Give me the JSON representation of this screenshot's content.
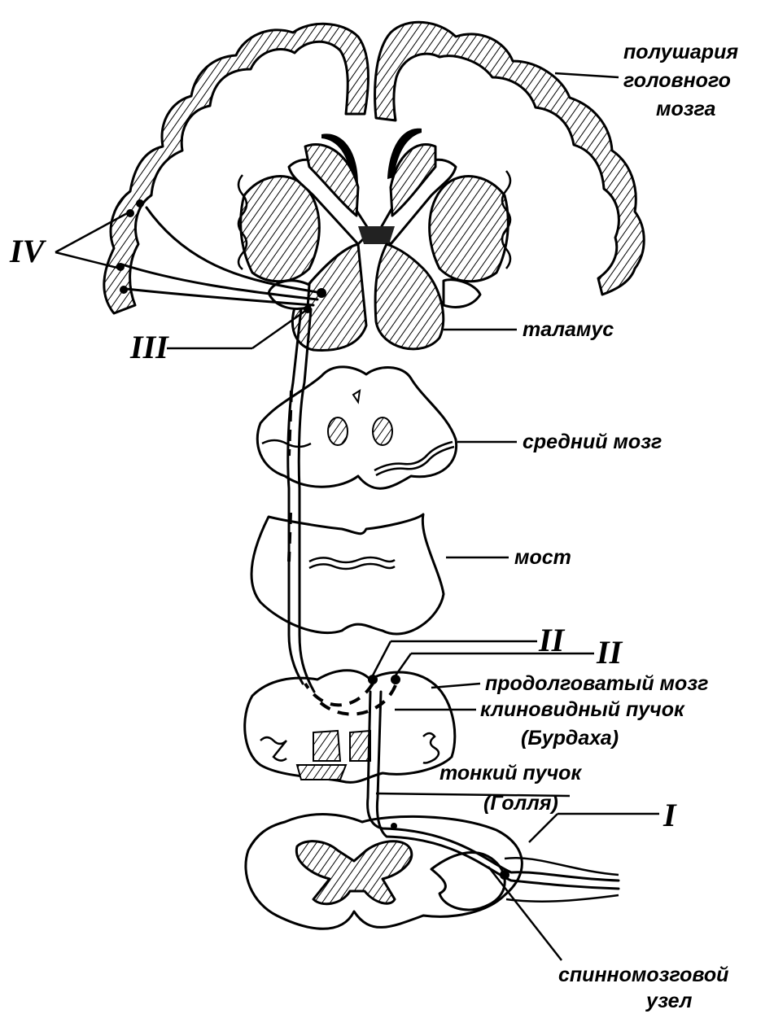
{
  "labels": {
    "hemispheres_1": "полушария",
    "hemispheres_2": "головного",
    "hemispheres_3": "мозга",
    "thalamus": "таламус",
    "midbrain": "средний мозг",
    "pons": "мост",
    "medulla": "продолговатый мозг",
    "cuneate_1": "клиновидный пучок",
    "cuneate_2": "(Бурдаха)",
    "gracile_1": "тонкий пучок",
    "gracile_2": "(Голля)",
    "ganglion_1": "спинномозговой",
    "ganglion_2": "узел"
  },
  "neurons": {
    "first": "I",
    "second_a": "II",
    "second_b": "II",
    "third": "III",
    "fourth": "IV"
  }
}
